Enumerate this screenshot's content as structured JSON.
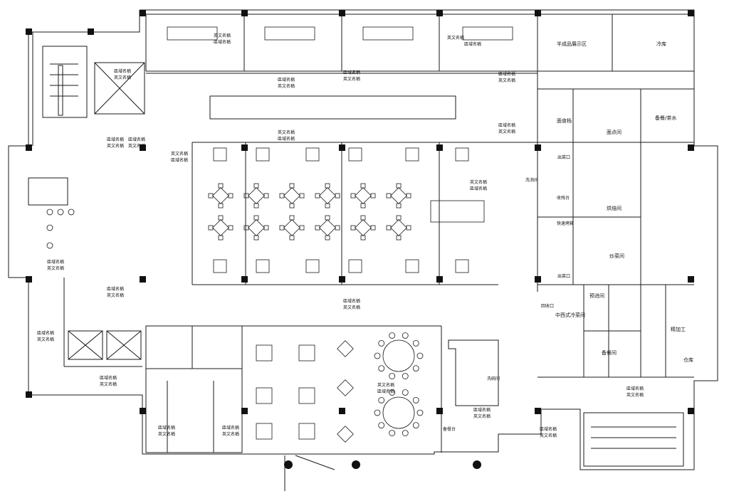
{
  "colors": {
    "line": "#1a1a1a",
    "fill_dark": "#111111",
    "bg": "#ffffff"
  },
  "room_labels": {
    "top_room1_a": "英文名稱",
    "top_room1_b": "區域名稱",
    "top_room4_a": "英文名稱",
    "top_room4_b": "區域名稱",
    "top_corr1_a": "區域名稱",
    "top_corr1_b": "英文名稱",
    "top_corr2_a": "區域名稱",
    "top_corr2_b": "英文名稱",
    "top_corr3_a": "區域名稱",
    "top_corr3_b": "英文名稱",
    "display": "半成品展示区",
    "cold_storage": "冷库",
    "noodle": "面食档",
    "pastry": "面点间",
    "prep_store": "备餐/茶水",
    "bakery": "烘焙间",
    "stir_fry": "炒菜间",
    "preprocess": "预进间",
    "western_cold": "中西式冷菜间",
    "backup": "备餐间",
    "finishing": "精加工",
    "warehouse": "仓库",
    "left_zone1_a": "區域名稱",
    "left_zone1_b": "英文名稱",
    "left_zone2_a": "區域名稱",
    "left_zone2_b": "英文名稱",
    "left_zone3_a": "區域名稱",
    "left_zone3_b": "英文名稱",
    "elev_zone_a": "區域名稱",
    "elev_zone_b": "英文名稱",
    "lobby_a": "區域名稱",
    "lobby_b": "英文名稱",
    "hall_a": "英文名稱",
    "hall_b": "區域名稱",
    "center_a": "區域名稱",
    "center_b": "英文名稱",
    "east_hall_a": "英文名稱",
    "east_hall_b": "區域名稱",
    "south_a": "區域名稱",
    "south_b": "英文名稱",
    "round_a": "英文名稱",
    "round_b": "區域名稱",
    "wc1_a": "區域名稱",
    "wc1_b": "英文名稱",
    "wc2_a": "區域名稱",
    "wc2_b": "英文名稱",
    "lower_right_a": "區域名稱",
    "lower_right_b": "英文名稱",
    "lower_right2_a": "區域名稱",
    "lower_right2_b": "英文名稱",
    "stair_a": "區域名稱",
    "stair_b": "英文名稱",
    "corr_right_a": "區域名稱",
    "corr_right_b": "英文名稱",
    "dish": "洗碗间",
    "bar": "备餐台",
    "small_a": "出菜口",
    "small_b": "出菜口",
    "small_c": "回收口",
    "small_d": "洗消间",
    "small_e": "收残台",
    "small_f": "快速烤箱"
  }
}
